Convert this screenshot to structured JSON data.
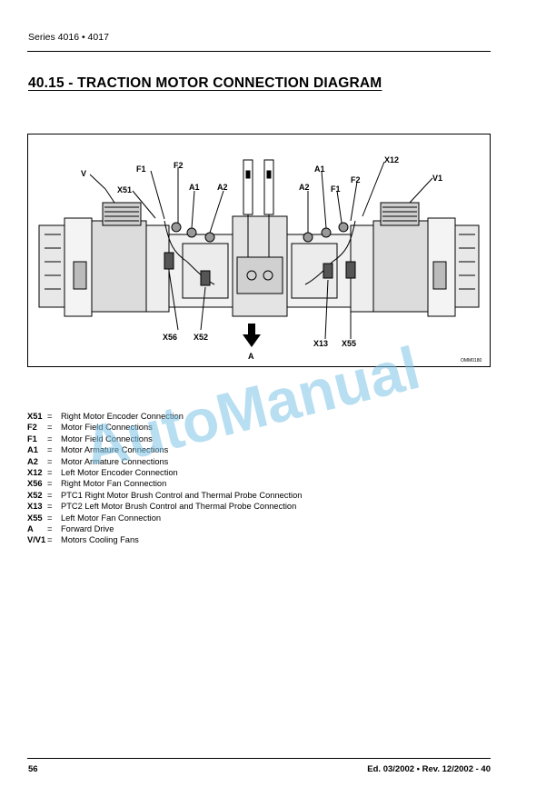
{
  "header": {
    "series": "Series 4016 • 4017"
  },
  "section": {
    "title": "40.15 - TRACTION MOTOR CONNECTION DIAGRAM"
  },
  "diagram": {
    "callouts": {
      "V": "V",
      "X51": "X51",
      "F1_left": "F1",
      "F2_left": "F2",
      "A1_left": "A1",
      "A2_left": "A2",
      "A2_right": "A2",
      "A1_right": "A1",
      "F1_right": "F1",
      "F2_right": "F2",
      "X12": "X12",
      "V1": "V1",
      "X56": "X56",
      "X52": "X52",
      "A": "A",
      "X13": "X13",
      "X55": "X55"
    },
    "reference": "OMM0180"
  },
  "legend": [
    {
      "code": "X51",
      "desc": "Right Motor Encoder Connection"
    },
    {
      "code": "F2",
      "desc": "Motor Field Connections"
    },
    {
      "code": "F1",
      "desc": "Motor Field Connections"
    },
    {
      "code": "A1",
      "desc": "Motor Armature Connections"
    },
    {
      "code": "A2",
      "desc": "Motor Armature Connections"
    },
    {
      "code": "X12",
      "desc": "Left Motor Encoder Connection"
    },
    {
      "code": "X56",
      "desc": "Right Motor Fan Connection"
    },
    {
      "code": "X52",
      "desc": "PTC1 Right Motor Brush Control and Thermal Probe Connection"
    },
    {
      "code": "X13",
      "desc": "PTC2 Left Motor Brush Control and Thermal Probe Connection"
    },
    {
      "code": "X55",
      "desc": "Left Motor Fan Connection"
    },
    {
      "code": "A",
      "desc": "Forward Drive"
    },
    {
      "code": "V/V1",
      "desc": "Motors Cooling Fans"
    }
  ],
  "legend_separator": "=",
  "watermark": {
    "text": "AutoManual",
    "color": "#7ec3e6"
  },
  "footer": {
    "page": "56",
    "edition": "Ed. 03/2002 • Rev. 12/2002 - 40"
  }
}
